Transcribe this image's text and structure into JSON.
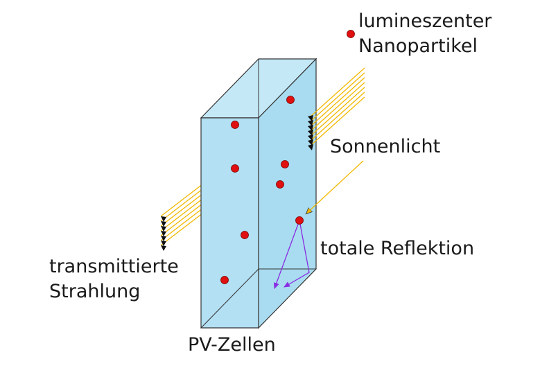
{
  "labels": {
    "nanoparticles_line1": "lumineszenter",
    "nanoparticles_line2": "Nanopartikel",
    "sunlight": "Sonnenlicht",
    "total_reflection": "totale Reflektion",
    "transmitted_line1": "transmittierte",
    "transmitted_line2": "Strahlung",
    "pv_cells": "PV-Zellen"
  },
  "colors": {
    "glass_fill": "#b3e0f2",
    "glass_stroke": "#333333",
    "particle": "#e01010",
    "light_ray": "#f2b800",
    "light_dark": "#333333",
    "reflection_ray": "#8a2be2",
    "pv_cell": "#999999"
  }
}
